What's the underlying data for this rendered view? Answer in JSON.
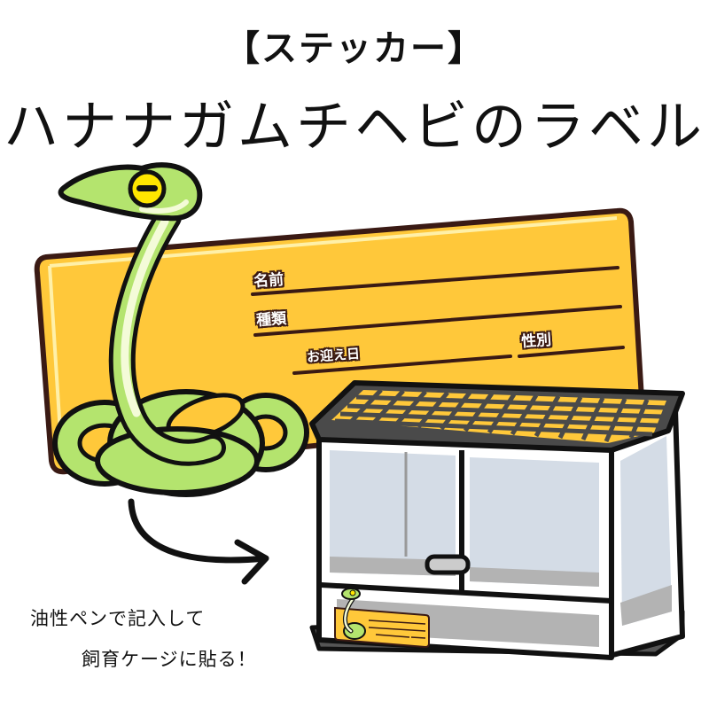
{
  "header": {
    "subtitle": "【ステッカー】",
    "title": "ハナナガムチヘビのラベル"
  },
  "label": {
    "fields": [
      {
        "id": "name",
        "text": "名前"
      },
      {
        "id": "species",
        "text": "種類"
      },
      {
        "id": "arrival_date",
        "text": "お迎え日"
      },
      {
        "id": "sex",
        "text": "性別"
      }
    ]
  },
  "instructions": {
    "line1": "油性ペンで記入して",
    "line2": "飼育ケージに貼る！"
  },
  "colors": {
    "label_fill": "#FFC83A",
    "label_outline": "#3A1A14",
    "snake_green": "#B4E46E",
    "snake_belly": "#F4FBD8",
    "snake_eye": "#FFE600",
    "cage_frame": "#4A4A4A",
    "cage_glass": "#D4DCE6",
    "cage_floor": "#B3B3B3"
  }
}
